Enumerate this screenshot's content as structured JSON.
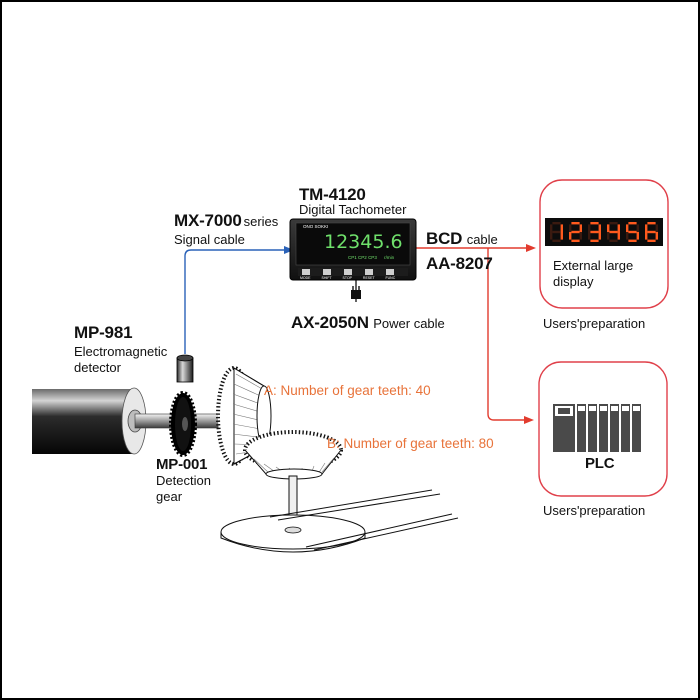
{
  "tachometer": {
    "model": "TM-4120",
    "desc": "Digital Tachometer",
    "display_value": "12345.6",
    "indicators": [
      "CP1",
      "CP2",
      "CP3",
      "r/min"
    ],
    "button_labels": [
      "MODE",
      "SHIFT",
      "STOP",
      "RESET",
      "FUNC"
    ],
    "brand": "ONO SOKKI"
  },
  "signal_cable": {
    "model": "MX-7000",
    "suffix": "series",
    "desc": "Signal cable"
  },
  "bcd_cable": {
    "name": "BCD",
    "suffix": "cable",
    "model": "AA-8207"
  },
  "power_cable": {
    "model": "AX-2050N",
    "desc": "Power cable"
  },
  "detector": {
    "model": "MP-981",
    "desc_line1": "Electromagnetic",
    "desc_line2": "detector"
  },
  "detection_gear": {
    "model": "MP-001",
    "desc_line1": "Detection",
    "desc_line2": "gear"
  },
  "gear_a": "A: Number of gear teeth: 40",
  "gear_b": "B: Number of gear teeth: 80",
  "external_display": {
    "digits": "123456",
    "label_line1": "External large",
    "label_line2": "display",
    "caption": "Users'preparation"
  },
  "plc": {
    "label": "PLC",
    "caption": "Users'preparation"
  },
  "colors": {
    "signal_line": "#2a62b8",
    "bcd_line": "#e23b2e",
    "box_border": "#e0404a",
    "annotation": "#e8733a",
    "led": "#ff5a1e"
  }
}
